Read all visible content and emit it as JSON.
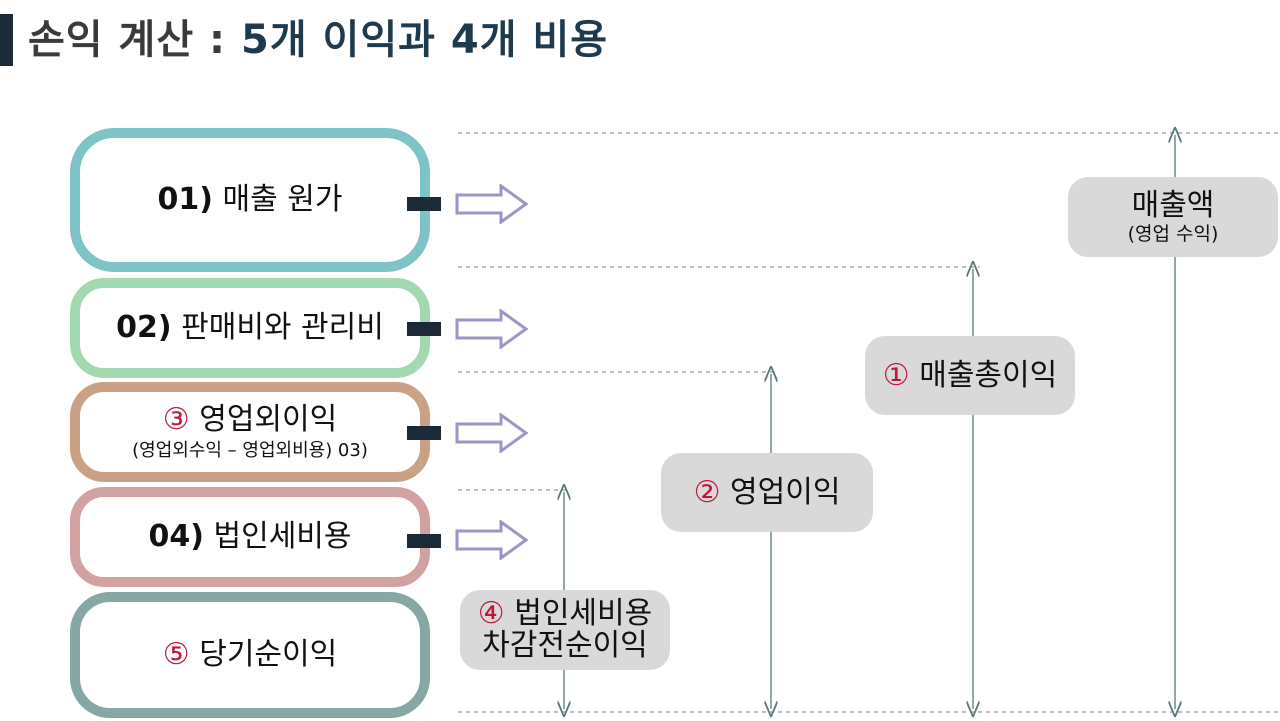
{
  "title": {
    "main": "손익 계산 :",
    "accent": "5개 이익과 4개 비용"
  },
  "categories": [
    {
      "num": "01)",
      "label": "매출 원가",
      "sub": "",
      "color": "#7ec4c6"
    },
    {
      "num": "02)",
      "label": "판매비와 관리비",
      "sub": "",
      "color": "#a3d9b1"
    },
    {
      "num": "③",
      "label": "영업외이익",
      "sub": "(영업외수익 – 영업외비용) 03)",
      "color": "#c9a185"
    },
    {
      "num": "04)",
      "label": "법인세비용",
      "sub": "",
      "color": "#d2a1a1"
    },
    {
      "num": "⑤",
      "label": "당기순이익",
      "sub": "",
      "color": "#86a7a4"
    }
  ],
  "profits": {
    "revenue": {
      "label": "매출액",
      "sub": "(영업 수익)"
    },
    "gross": {
      "num": "①",
      "label": "매출총이익"
    },
    "operating": {
      "num": "②",
      "label": "영업이익"
    },
    "pretax": {
      "num": "④",
      "label": "법인세비용",
      "label2": "차감전순이익"
    }
  },
  "colors": {
    "accent_red": "#c0163c",
    "dark_navy": "#1b2a36",
    "arrow_outline": "#9c95c8",
    "profit_box_bg": "#d9d9d9",
    "guide_line": "#9a9a9a"
  },
  "icons": [
    "hollow-right-arrow-icon",
    "vertical-double-arrow-icon"
  ]
}
